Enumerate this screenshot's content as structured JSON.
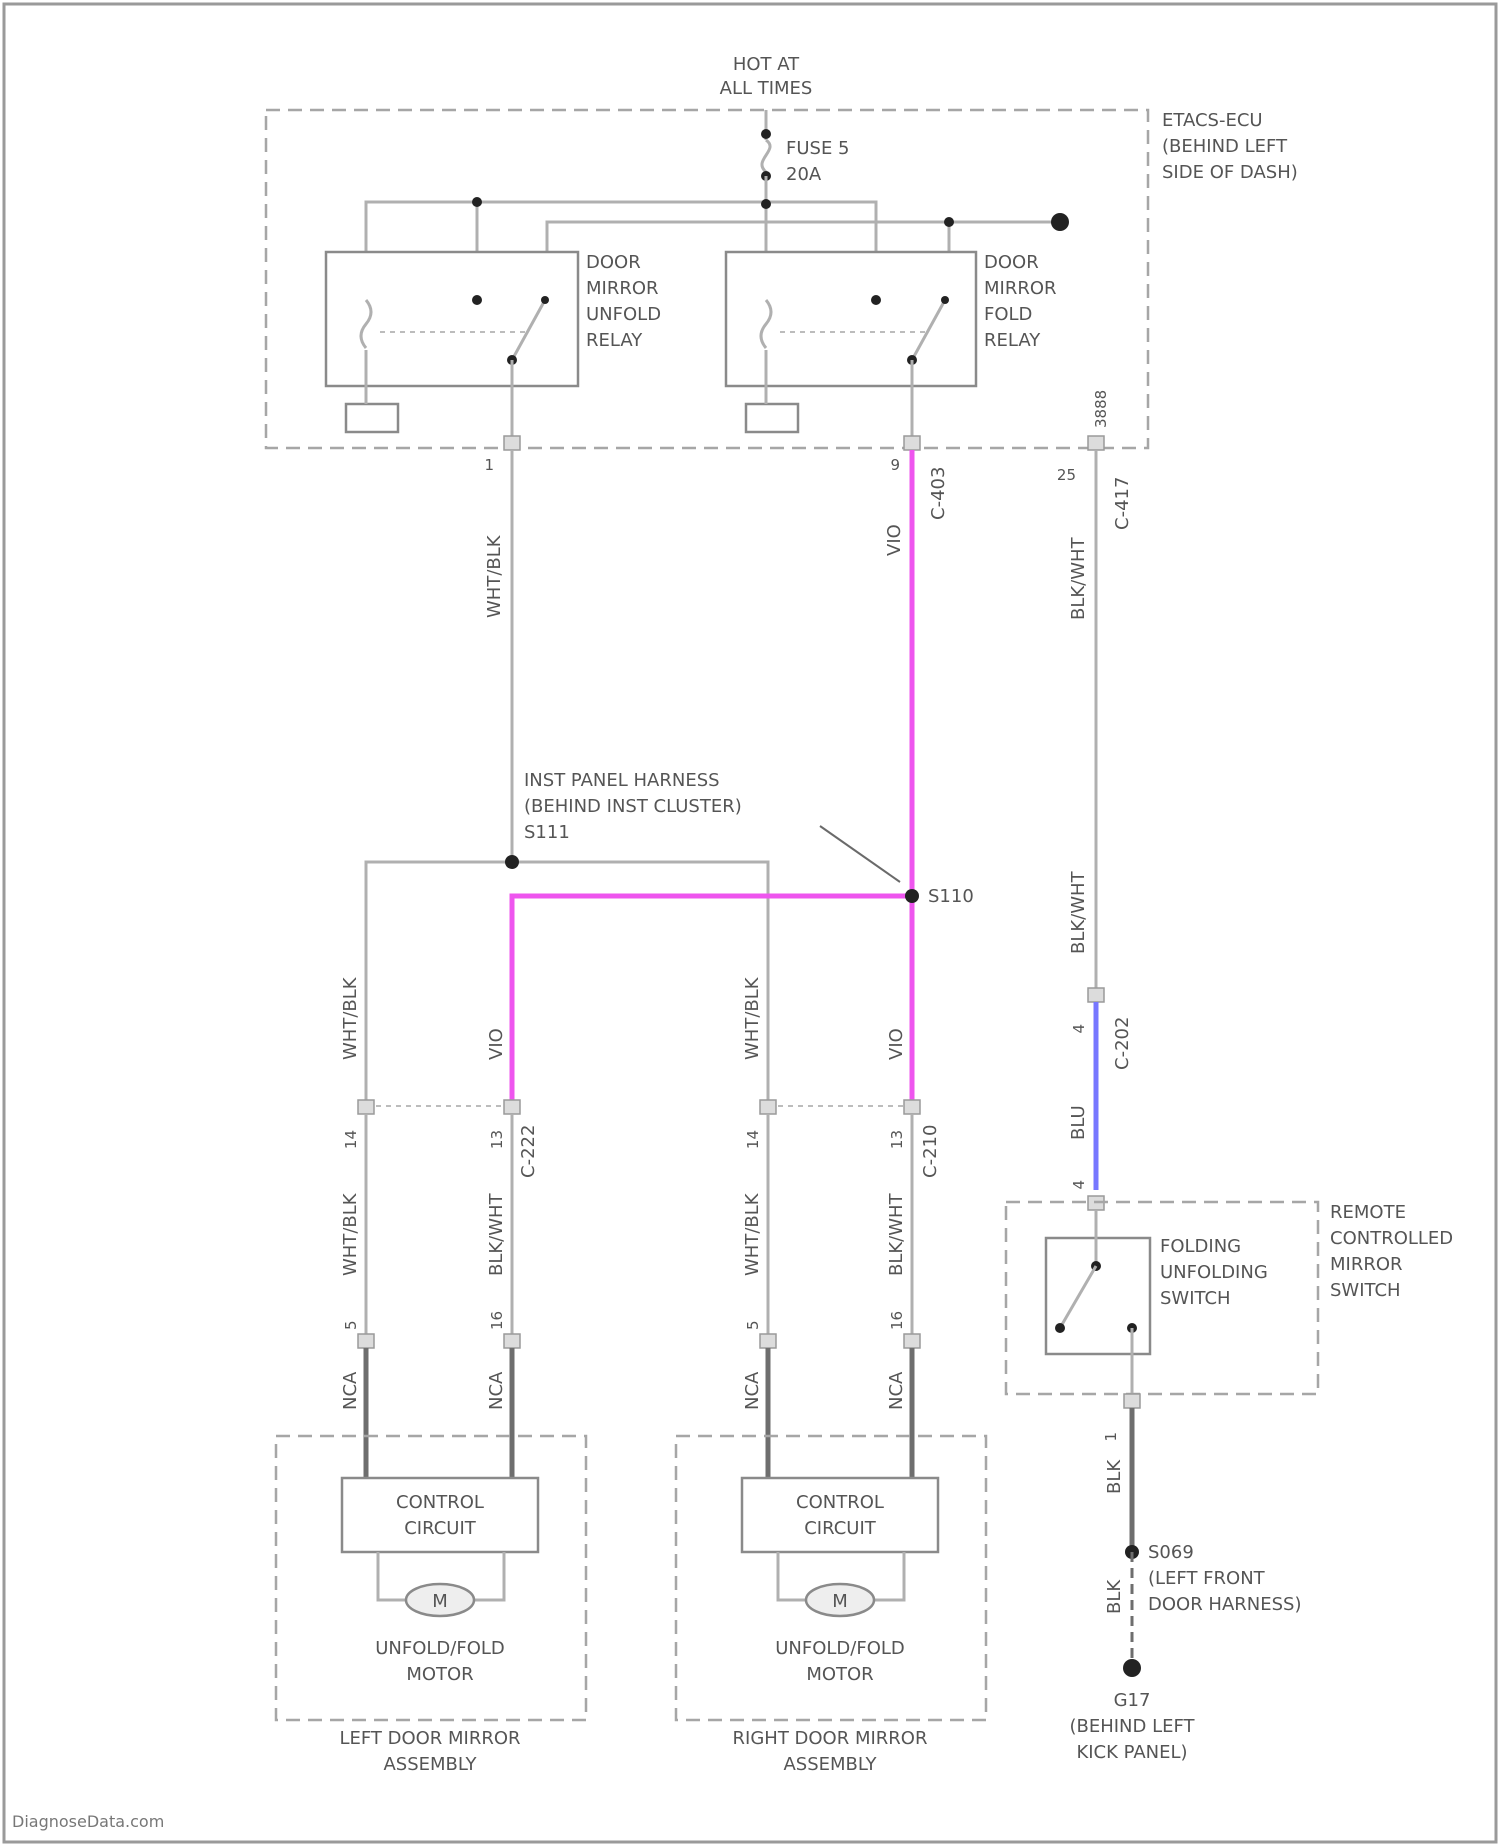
{
  "power": {
    "line1": "HOT AT",
    "line2": "ALL TIMES"
  },
  "fuse": {
    "name": "FUSE 5",
    "rating": "20A"
  },
  "etacs": {
    "line1": "ETACS-ECU",
    "line2": "(BEHIND LEFT",
    "line3": "SIDE OF DASH)"
  },
  "unfold_relay": {
    "line1": "DOOR",
    "line2": "MIRROR",
    "line3": "UNFOLD",
    "line4": "RELAY"
  },
  "fold_relay": {
    "line1": "DOOR",
    "line2": "MIRROR",
    "line3": "FOLD",
    "line4": "RELAY"
  },
  "wires": {
    "wht_blk": "WHT/BLK",
    "vio": "VIO",
    "blk_wht": "BLK/WHT",
    "blu": "BLU",
    "nca": "NCA",
    "blk": "BLK"
  },
  "connectors": {
    "c403": "C-403",
    "c417": "C-417",
    "c222": "C-222",
    "c210": "C-210",
    "c202": "C-202"
  },
  "pins": {
    "etacs_left": "1",
    "etacs_mid": "9",
    "etacs_right": "25",
    "etacs_right_top": "3888",
    "c222_left": "14",
    "c222_right": "13",
    "c210_left": "14",
    "c210_right": "13",
    "mirror_l_a": "5",
    "mirror_l_b": "16",
    "mirror_r_a": "5",
    "mirror_r_b": "16",
    "c202_top": "4",
    "c202_bot": "4",
    "switch_bot": "1"
  },
  "splices": {
    "harness_line1": "INST PANEL HARNESS",
    "harness_line2": "(BEHIND INST CLUSTER)",
    "s111": "S111",
    "s110": "S110"
  },
  "switch": {
    "line1": "FOLDING",
    "line2": "UNFOLDING",
    "line3": "SWITCH",
    "assy1": "REMOTE",
    "assy2": "CONTROLLED",
    "assy3": "MIRROR",
    "assy4": "SWITCH"
  },
  "left_mirror": {
    "circuit1": "CONTROL",
    "circuit2": "CIRCUIT",
    "motor_symbol": "M",
    "motor1": "UNFOLD/FOLD",
    "motor2": "MOTOR",
    "name1": "LEFT DOOR MIRROR",
    "name2": "ASSEMBLY"
  },
  "right_mirror": {
    "circuit1": "CONTROL",
    "circuit2": "CIRCUIT",
    "motor_symbol": "M",
    "motor1": "UNFOLD/FOLD",
    "motor2": "MOTOR",
    "name1": "RIGHT DOOR MIRROR",
    "name2": "ASSEMBLY"
  },
  "ground": {
    "splice": "S069",
    "splice1": "(LEFT FRONT",
    "splice2": "DOOR HARNESS)",
    "wire": "BLK",
    "name": "G17",
    "loc1": "(BEHIND LEFT",
    "loc2": "KICK PANEL)"
  },
  "watermark": "DiagnoseData.com",
  "colors": {
    "vio_wire": "#ee55ee",
    "blu_wire": "#7777ff",
    "wire": "#b0b0b0",
    "nca_wire": "#6e6e6e"
  }
}
